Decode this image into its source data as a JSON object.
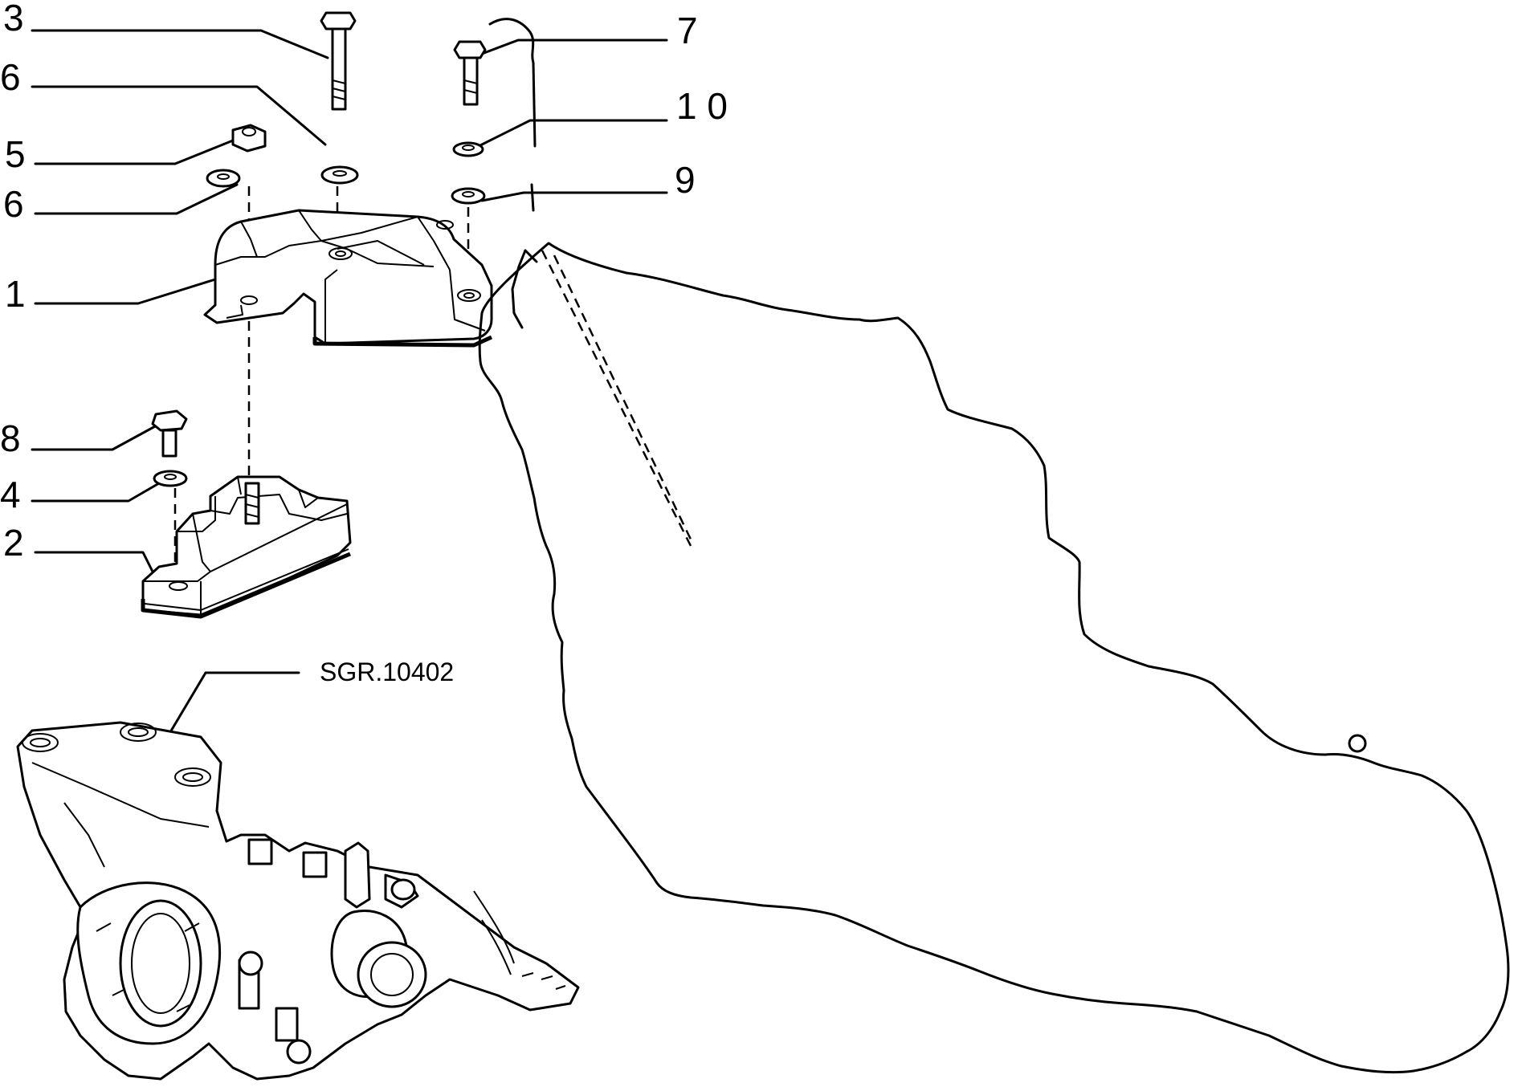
{
  "callouts": [
    {
      "id": "3",
      "text": "3"
    },
    {
      "id": "6a",
      "text": "6"
    },
    {
      "id": "5",
      "text": "5"
    },
    {
      "id": "6b",
      "text": "6"
    },
    {
      "id": "1",
      "text": "1"
    },
    {
      "id": "8",
      "text": "8"
    },
    {
      "id": "4",
      "text": "4"
    },
    {
      "id": "2",
      "text": "2"
    },
    {
      "id": "7",
      "text": "7"
    },
    {
      "id": "10",
      "text": "1 0"
    },
    {
      "id": "9",
      "text": "9"
    }
  ],
  "reference": {
    "text": "SGR.10402"
  }
}
